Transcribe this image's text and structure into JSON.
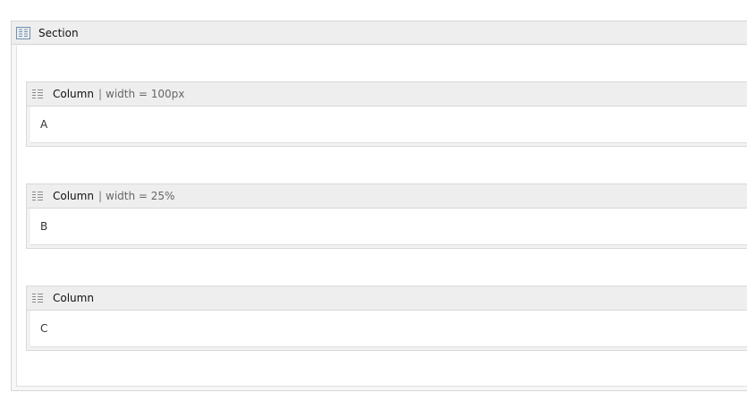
{
  "section": {
    "title": "Section",
    "icon": "section-layout-icon"
  },
  "columns": [
    {
      "title": "Column",
      "separator": "|",
      "detail": "width = 100px",
      "content": "A",
      "icon": "column-layout-icon"
    },
    {
      "title": "Column",
      "separator": "|",
      "detail": "width = 25%",
      "content": "B",
      "icon": "column-layout-icon"
    },
    {
      "title": "Column",
      "separator": "",
      "detail": "",
      "content": "C",
      "icon": "column-layout-icon"
    }
  ]
}
